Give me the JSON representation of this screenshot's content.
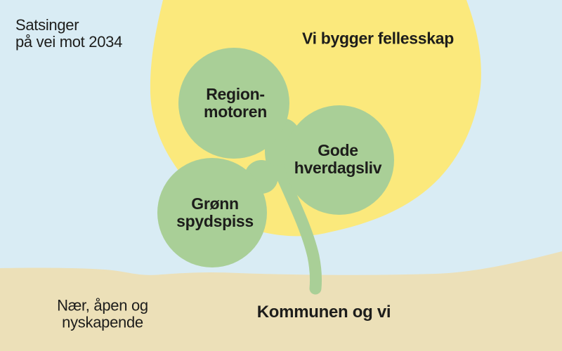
{
  "header": {
    "title_line1": "Satsinger",
    "title_line2": "på vei mot 2034"
  },
  "sun": {
    "label": "Vi bygger fellesskap"
  },
  "clover": {
    "leaf_top": {
      "line1": "Region-",
      "line2": "motoren"
    },
    "leaf_right": {
      "line1": "Gode",
      "line2": "hverdagsliv"
    },
    "leaf_bottom_left": {
      "line1": "Grønn",
      "line2": "spydspiss"
    }
  },
  "beach": {
    "values_line1": "Nær, åpen og",
    "values_line2": "nyskapende",
    "ground_label": "Kommunen og vi"
  },
  "colors": {
    "sky": "#d9ecf4",
    "sun": "#fbe97c",
    "clover_green": "#a9cf97",
    "sand": "#ece0b8",
    "text": "#1d1d1b"
  }
}
